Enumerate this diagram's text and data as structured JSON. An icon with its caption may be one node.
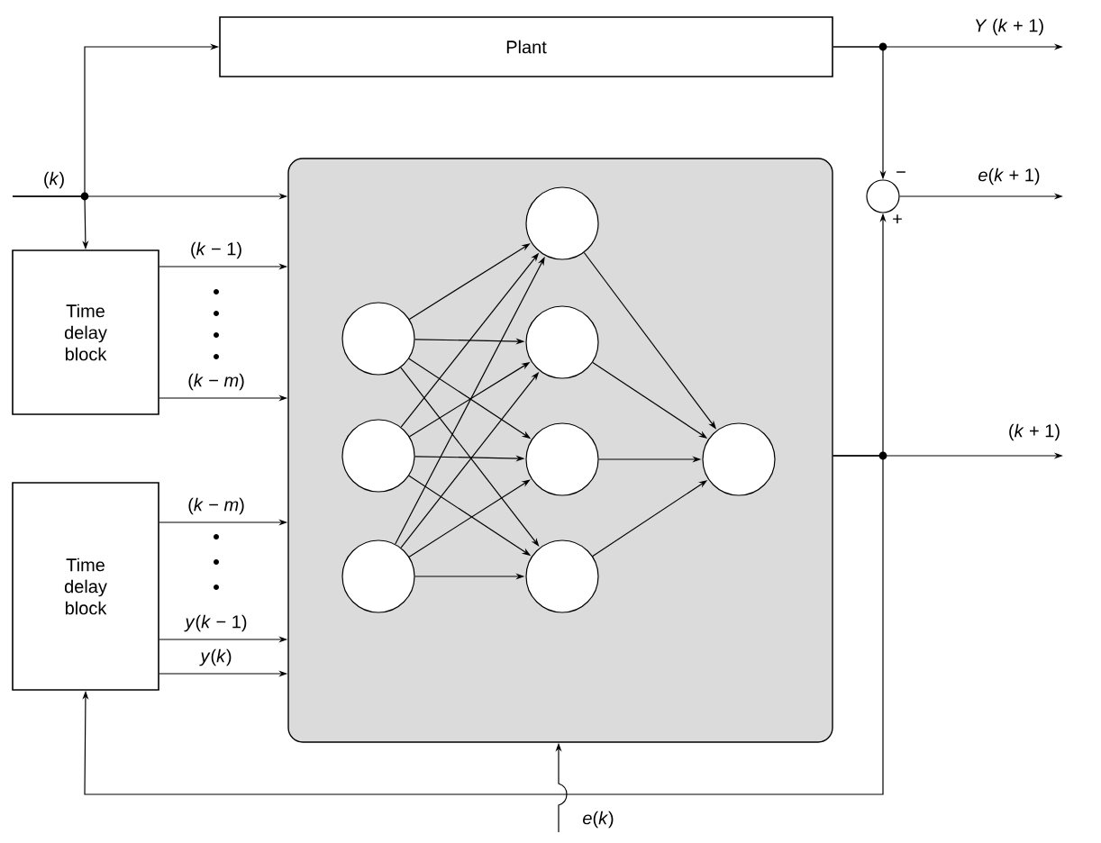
{
  "diagram": {
    "nodes": [
      {
        "text": [
          "Plant"
        ]
      },
      {
        "text": [],
        "shape": "box"
      },
      {
        "text": [
          "Time delay block"
        ]
      },
      {
        "text": [
          "Time delay block"
        ]
      },
      {
        "text": [],
        "shape": "circle",
        "in": 1
      },
      {
        "text": [],
        "shape": "circle",
        "in": 1
      },
      {
        "text": [],
        "shape": "circle",
        "in": 1
      },
      {
        "text": [],
        "shape": "circle",
        "in": 1
      },
      {
        "text": [],
        "shape": "circle",
        "in": 1
      },
      {
        "text": [],
        "shape": "circle",
        "in": 1
      },
      {
        "text": [],
        "shape": "circle",
        "in": 1
      },
      {
        "text": [],
        "shape": "circle",
        "in": 1
      },
      {
        "text": [],
        "shape": "circle"
      }
    ],
    "edges": [
      {
        "from": null,
        "to": 1,
        "arrow": "to",
        "label": "(*k*)"
      },
      {
        "from": null,
        "to": 0,
        "arrow": "to"
      },
      {
        "from": null,
        "to": 2,
        "arrow": "to"
      },
      {
        "from": 2,
        "to": 1,
        "arrow": "to",
        "label": "(*k* − 1)"
      },
      {
        "from": 2,
        "to": 1,
        "arrow": "to",
        "label": "(*k* − *m*)"
      },
      {
        "from": 3,
        "to": 1,
        "arrow": "to",
        "label": "(*k* − *m*)"
      },
      {
        "from": 3,
        "to": 1,
        "arrow": "to",
        "label": "*y*(*k* − 1)"
      },
      {
        "from": 3,
        "to": 1,
        "arrow": "to",
        "label": "*y*(*k*)"
      },
      {
        "from": 0,
        "to": null,
        "arrow": "to",
        "label": "*Y* (*k* + 1)"
      },
      {
        "from": 0,
        "to": 12,
        "arrow": "to",
        "label": "−"
      },
      {
        "from": 12,
        "to": null,
        "arrow": "to",
        "label": "*e*(*k* + 1)"
      },
      {
        "from": 1,
        "to": null,
        "arrow": "to",
        "label": "(*k* + 1)"
      },
      {
        "from": 1,
        "to": 12,
        "arrow": "to",
        "label": "+"
      },
      {
        "from": 1,
        "to": 3,
        "arrow": "to"
      },
      {
        "from": null,
        "to": 1,
        "arrow": "to",
        "label": "*e*(*k*)"
      },
      {
        "from": 4,
        "to": 7,
        "arrow": "to"
      },
      {
        "from": 4,
        "to": 8,
        "arrow": "to"
      },
      {
        "from": 4,
        "to": 9,
        "arrow": "to"
      },
      {
        "from": 4,
        "to": 10,
        "arrow": "to"
      },
      {
        "from": 5,
        "to": 7,
        "arrow": "to"
      },
      {
        "from": 5,
        "to": 8,
        "arrow": "to"
      },
      {
        "from": 5,
        "to": 9,
        "arrow": "to"
      },
      {
        "from": 5,
        "to": 10,
        "arrow": "to"
      },
      {
        "from": 6,
        "to": 7,
        "arrow": "to"
      },
      {
        "from": 6,
        "to": 8,
        "arrow": "to"
      },
      {
        "from": 6,
        "to": 9,
        "arrow": "to"
      },
      {
        "from": 6,
        "to": 10,
        "arrow": "to"
      },
      {
        "from": 7,
        "to": 11,
        "arrow": "to"
      },
      {
        "from": 8,
        "to": 11,
        "arrow": "to"
      },
      {
        "from": 9,
        "to": 11,
        "arrow": "to"
      },
      {
        "from": 10,
        "to": 11,
        "arrow": "to"
      }
    ]
  }
}
